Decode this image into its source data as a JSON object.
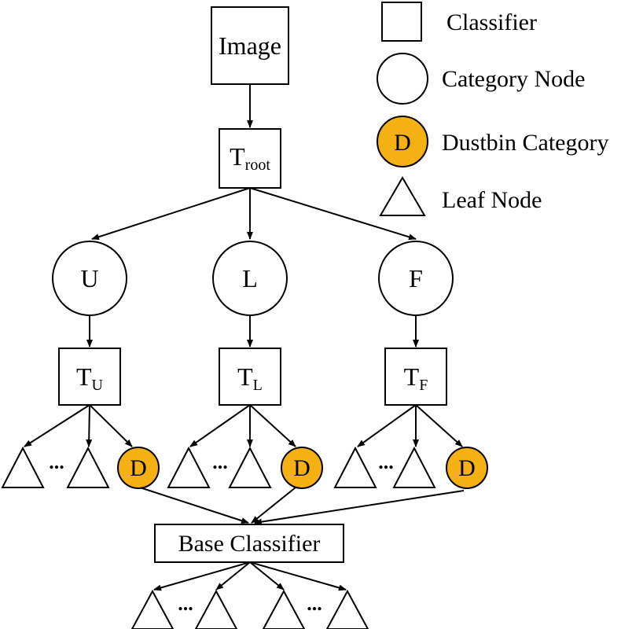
{
  "colors": {
    "dustbin_fill": "#F5B014",
    "stroke": "#000000",
    "background": "#FFFFFF"
  },
  "legend": {
    "classifier": "Classifier",
    "category_node": "Category Node",
    "dustbin_symbol": "D",
    "dustbin_category": "Dustbin Category",
    "leaf_node": "Leaf Node"
  },
  "nodes": {
    "image": "Image",
    "t_root": {
      "base": "T",
      "sub": "root"
    },
    "categories": [
      "U",
      "L",
      "F"
    ],
    "classifiers": [
      {
        "base": "T",
        "sub": "U"
      },
      {
        "base": "T",
        "sub": "L"
      },
      {
        "base": "T",
        "sub": "F"
      }
    ],
    "dustbin": "D",
    "ellipsis": "...",
    "base_classifier": "Base Classifier"
  }
}
